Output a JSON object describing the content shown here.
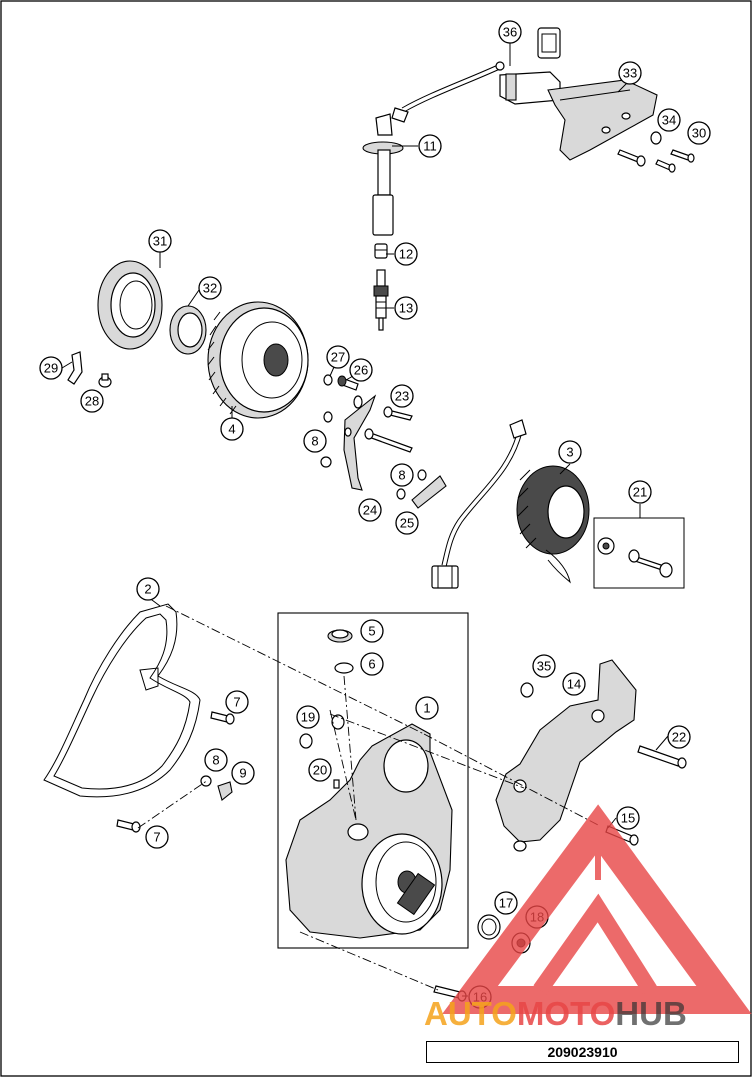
{
  "part_number": "209023910",
  "watermark": {
    "text_prefix": "AUTO",
    "text_middle": "MOTO",
    "text_suffix": "HUB",
    "colors": {
      "accent": "#f4a21b",
      "red": "#e84545",
      "dark": "#333333"
    }
  },
  "callouts": {
    "c1": "1",
    "c2": "2",
    "c3": "3",
    "c4": "4",
    "c5": "5",
    "c6": "6",
    "c7a": "7",
    "c7b": "7",
    "c8a": "8",
    "c8b": "8",
    "c8c": "8",
    "c9": "9",
    "c11": "11",
    "c12": "12",
    "c13": "13",
    "c14": "14",
    "c15": "15",
    "c16": "16",
    "c17": "17",
    "c18": "18",
    "c19": "19",
    "c20": "20",
    "c21": "21",
    "c22": "22",
    "c23": "23",
    "c24": "24",
    "c25": "25",
    "c26": "26",
    "c27": "27",
    "c28": "28",
    "c29": "29",
    "c30": "30",
    "c31": "31",
    "c32": "32",
    "c33": "33",
    "c34": "34",
    "c35": "35",
    "c36": "36"
  }
}
